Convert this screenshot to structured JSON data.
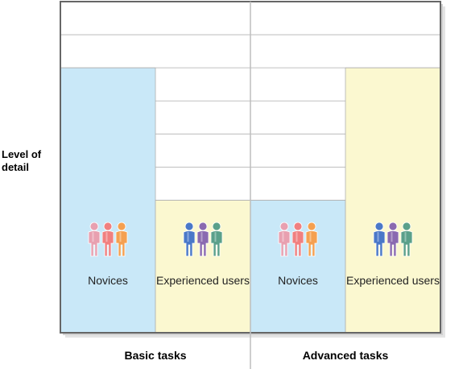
{
  "chart_data": {
    "type": "bar",
    "ylabel": "Level of detail",
    "groups": [
      "Basic tasks",
      "Advanced tasks"
    ],
    "bars": [
      {
        "group": "Basic tasks",
        "label": "Novices",
        "color": "#c9e8f8",
        "people_colors": [
          "#e8a0b0",
          "#f08080",
          "#f5a050"
        ],
        "value": 8
      },
      {
        "group": "Basic tasks",
        "label": "Experienced users",
        "color": "#fbf8d0",
        "people_colors": [
          "#4a78c8",
          "#8a6ab0",
          "#5aa08a"
        ],
        "value": 4
      },
      {
        "group": "Advanced tasks",
        "label": "Novices",
        "color": "#c9e8f8",
        "people_colors": [
          "#e8a0b0",
          "#f08080",
          "#f5a050"
        ],
        "value": 4
      },
      {
        "group": "Advanced tasks",
        "label": "Experienced users",
        "color": "#fbf8d0",
        "people_colors": [
          "#4a78c8",
          "#8a6ab0",
          "#5aa08a"
        ],
        "value": 8
      }
    ],
    "ylim": [
      0,
      10
    ],
    "grid": true
  }
}
